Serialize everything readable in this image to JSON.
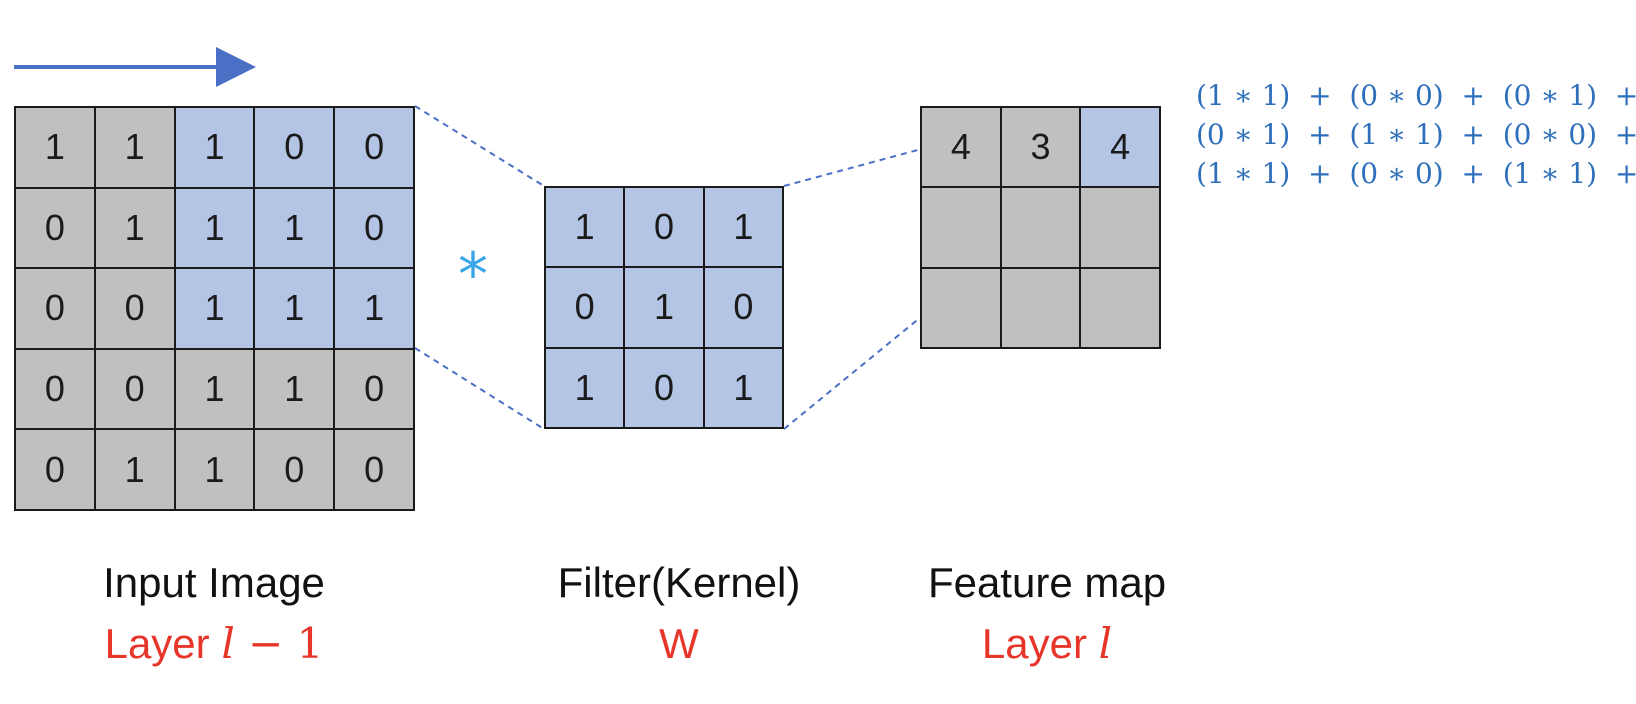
{
  "input_image": {
    "label": "Input Image",
    "layer_prefix": "Layer ",
    "layer_var": "l",
    "layer_suffix": " − ",
    "layer_num": "1",
    "highlight_cols": [
      2,
      3,
      4
    ],
    "highlight_rows": [
      0,
      1,
      2
    ],
    "values": [
      [
        "1",
        "1",
        "1",
        "0",
        "0"
      ],
      [
        "0",
        "1",
        "1",
        "1",
        "0"
      ],
      [
        "0",
        "0",
        "1",
        "1",
        "1"
      ],
      [
        "0",
        "0",
        "1",
        "1",
        "0"
      ],
      [
        "0",
        "1",
        "1",
        "0",
        "0"
      ]
    ]
  },
  "operator": "*",
  "filter": {
    "label": "Filter(Kernel)",
    "sublabel": "W",
    "values": [
      [
        "1",
        "0",
        "1"
      ],
      [
        "0",
        "1",
        "0"
      ],
      [
        "1",
        "0",
        "1"
      ]
    ]
  },
  "feature_map": {
    "label": "Feature map",
    "layer_prefix": "Layer ",
    "layer_var": "l",
    "highlight": [
      0,
      2
    ],
    "values": [
      [
        "4",
        "3",
        "4"
      ],
      [
        "",
        "",
        ""
      ],
      [
        "",
        "",
        ""
      ]
    ]
  },
  "equation_lines": [
    "(1 ∗ 1)  +  (0 ∗ 0)  +  (0 ∗ 1)  +",
    "(0 ∗ 1)  +  (1 ∗ 1)  +  (0 ∗ 0)  +",
    "(1 ∗ 1)  +  (0 ∗ 0)  +  (1 ∗ 1)  +"
  ],
  "colors": {
    "cell_gray": "#c0c0c0",
    "cell_blue": "#b4c4e4",
    "arrow": "#4a6fc4",
    "dashed_line": "#4a6fc4",
    "equation": "#2e6fbc",
    "sublabel": "#e8352a",
    "operator": "#3aa6e8"
  }
}
